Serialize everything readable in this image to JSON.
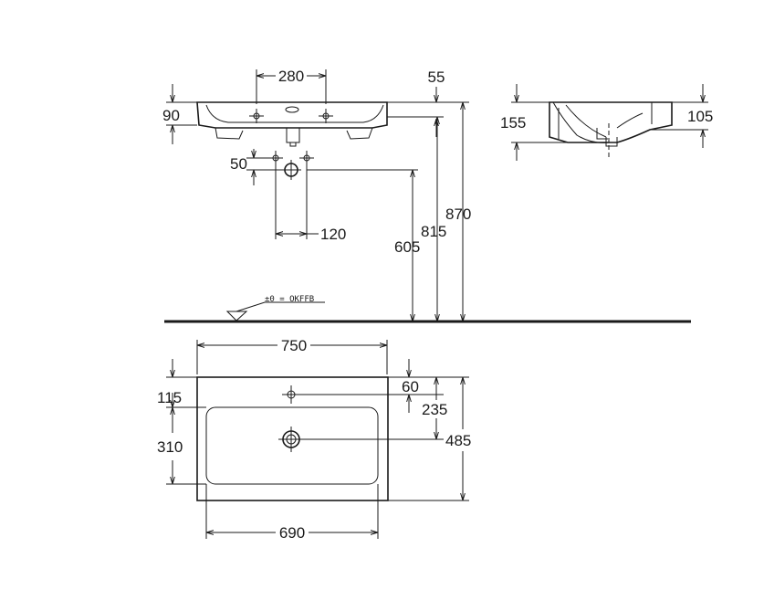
{
  "front_view": {
    "tap_spacing": "280",
    "bowl_height": "90",
    "overflow_offset": "55",
    "waste_pipe_offset": "50",
    "supply_spacing": "120",
    "height_to_supply": "605",
    "height_to_waste": "815",
    "height_to_rim": "870"
  },
  "side_view": {
    "total_depth": "155",
    "rim_depth": "105"
  },
  "floor_reference": "±0 = OKFFB",
  "plan_view": {
    "overall_width": "750",
    "tap_hole_depth": "115",
    "overflow_depth": "60",
    "waste_to_tap": "235",
    "overall_depth": "485",
    "bowl_depth": "310",
    "bowl_width": "690"
  }
}
